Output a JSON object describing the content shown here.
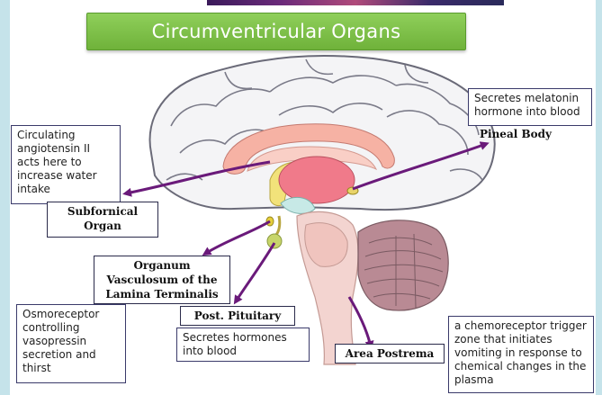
{
  "title": "Circumventricular Organs",
  "labels": {
    "pineal_body": "Pineal Body",
    "subfornical_line1": "Subfornical",
    "subfornical_line2": "Organ",
    "ovlt_line1": "Organum",
    "ovlt_line2": "Vasculosum of the",
    "ovlt_line3": "Lamina Terminalis",
    "post_pituitary": "Post. Pituitary",
    "area_postrema": "Area Postrema"
  },
  "notes": {
    "pineal": [
      "Secretes melatonin",
      "hormone into blood"
    ],
    "subfornical": [
      "Circulating",
      "angiotensin II",
      "acts here to",
      "increase water",
      "intake"
    ],
    "ovlt": [
      "Osmoreceptor",
      "controlling",
      "vasopressin",
      "secretion and",
      "thirst"
    ],
    "pituitary": [
      "Secretes hormones",
      "into blood"
    ],
    "area_postrema": [
      "a chemoreceptor trigger",
      "zone that initiates",
      "vomiting in response to",
      "chemical changes in the",
      "plasma"
    ]
  },
  "colors": {
    "title_banner": "#7cbf47",
    "arrow": "#6a1a7a",
    "cortex_fill": "#f4f4f6",
    "cortex_line": "#6a6a78",
    "corpus_callosum": "#f6b2a4",
    "thalamus": "#f07a8a",
    "brainstem": "#f3d4d0",
    "cerebellum": "#b98a94",
    "fornix": "#f2e27a"
  }
}
